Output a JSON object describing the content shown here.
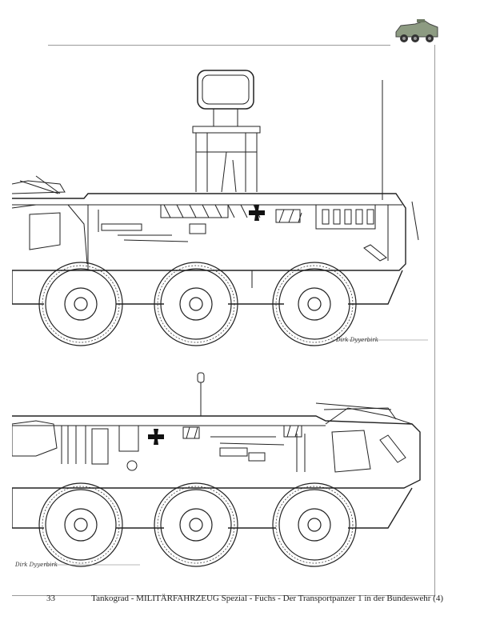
{
  "footer": {
    "page_number": "33",
    "title": "Tankograd - MILITÄRFAHRZEUG Spezial - Fuchs - Der Transportpanzer 1 in der Bundeswehr (4)"
  },
  "drawings": [
    {
      "signature": "Dirk Dyyerbirk"
    },
    {
      "signature": "Dirk Dyyerbirk"
    }
  ],
  "icons": [
    "vehicle-thumbnail-icon",
    "iron-cross-icon"
  ]
}
